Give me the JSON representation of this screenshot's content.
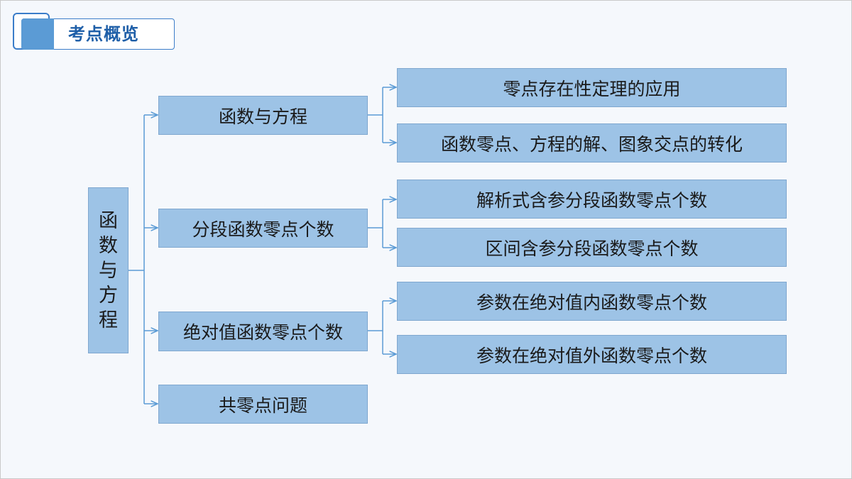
{
  "header": {
    "title": "考点概览"
  },
  "root": {
    "label": [
      "函",
      "数",
      "与",
      "方",
      "程"
    ]
  },
  "branches": [
    {
      "label": "函数与方程",
      "children": [
        "零点存在性定理的应用",
        "函数零点、方程的解、图象交点的转化"
      ]
    },
    {
      "label": "分段函数零点个数",
      "children": [
        "解析式含参分段函数零点个数",
        "区间含参分段函数零点个数"
      ]
    },
    {
      "label": "绝对值函数零点个数",
      "children": [
        "参数在绝对值内函数零点个数",
        "参数在绝对值外函数零点个数"
      ]
    },
    {
      "label": "共零点问题",
      "children": []
    }
  ],
  "colors": {
    "box_fill": "#9dc3e6",
    "line": "#5b9bd5",
    "accent": "#1f5fa8"
  }
}
